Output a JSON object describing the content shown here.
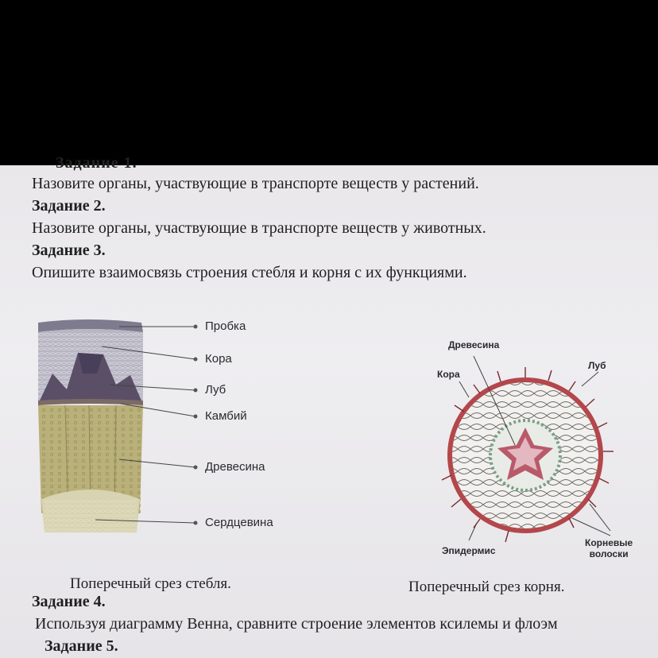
{
  "tasks": {
    "task1_cut_label": "Задание 1.",
    "task1_text": "Назовите органы, участвующие в транспорте веществ у растений.",
    "task2_label": "Задание 2.",
    "task2_text": "Назовите органы, участвующие в транспорте веществ у животных.",
    "task3_label": "Задание 3.",
    "task3_text": "Опишите взаимосвязь строения стебля и корня с их функциями.",
    "task4_label": "Задание 4.",
    "task4_text": "Используя диаграмму Венна, сравните строение элементов ксилемы и флоэм",
    "task5_label": "Задание 5."
  },
  "stem_figure": {
    "labels": [
      "Пробка",
      "Кора",
      "Луб",
      "Камбий",
      "Древесина",
      "Сердцевина"
    ],
    "caption": "Поперечный срез стебля."
  },
  "root_figure": {
    "labels": {
      "wood": "Древесина",
      "cortex": "Кора",
      "phloem": "Луб",
      "epidermis": "Эпидермис",
      "hairs_line1": "Корневые",
      "hairs_line2": "волоски"
    },
    "caption": "Поперечный срез корня."
  },
  "colors": {
    "cork": "#7e7b8e",
    "cortex": "#b9b6c4",
    "phloem_dark": "#5a4f66",
    "wood": "#b9b07a",
    "pith": "#d8d3b0",
    "root_epidermis": "#b3474c",
    "root_cortex": "#f3f1ee",
    "root_star": "#b85a6a"
  }
}
